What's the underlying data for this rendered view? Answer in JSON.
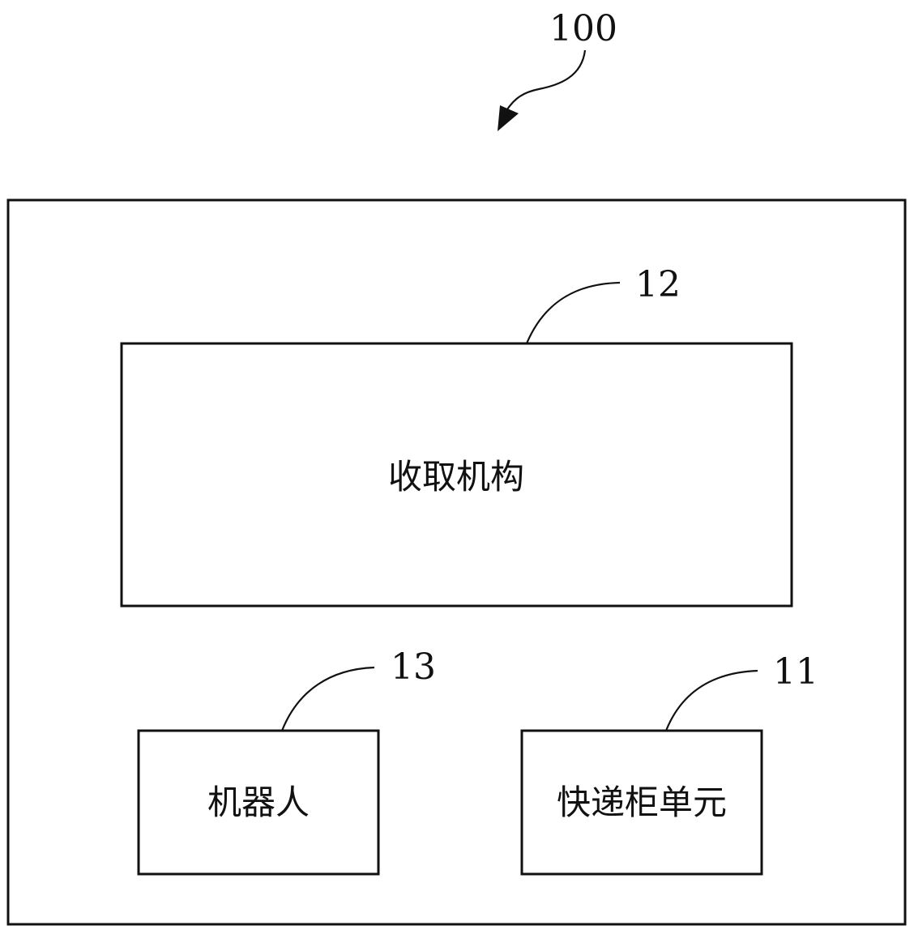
{
  "system": {
    "ref": "100"
  },
  "blocks": {
    "retrieval": {
      "ref": "12",
      "label": "收取机构"
    },
    "robot": {
      "ref": "13",
      "label": "机器人"
    },
    "locker": {
      "ref": "11",
      "label": "快递柜单元"
    }
  },
  "colors": {
    "stroke": "#111111",
    "background": "#ffffff"
  }
}
